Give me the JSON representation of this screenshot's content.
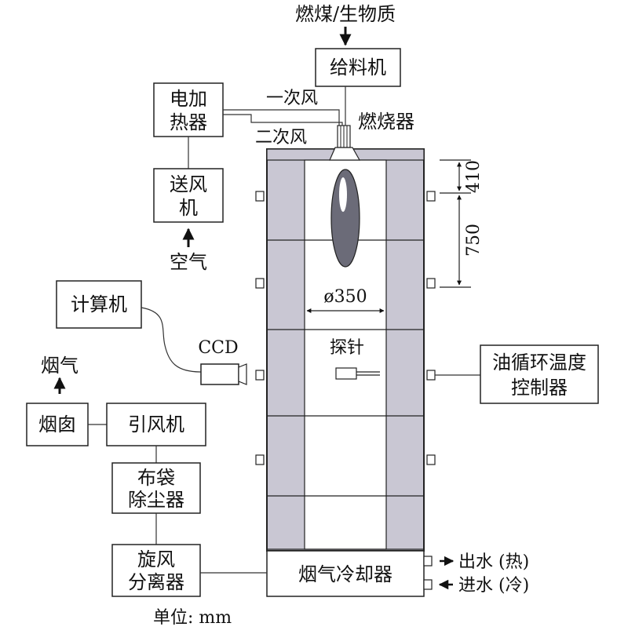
{
  "inputs": {
    "fuel": "燃煤/生物质",
    "air": "空气",
    "flue_out": "烟气"
  },
  "equipment": {
    "feeder": "给料机",
    "heater_line1": "电加",
    "heater_line2": "热器",
    "blower_line1": "送风",
    "blower_line2": "机",
    "computer": "计算机",
    "camera": "CCD",
    "chimney": "烟囱",
    "induced_fan": "引风机",
    "baghouse_line1": "布袋",
    "baghouse_line2": "除尘器",
    "cyclone_line1": "旋风",
    "cyclone_line2": "分离器",
    "oil_ctrl_line1": "油循环温度",
    "oil_ctrl_line2": "控制器",
    "gas_cooler": "烟气冷却器",
    "burner": "燃烧器",
    "probe": "探针"
  },
  "air_streams": {
    "primary": "一次风",
    "secondary": "二次风"
  },
  "dimensions": {
    "top_offset": "410",
    "span": "750",
    "diameter": "ø350",
    "unit_note": "单位: mm"
  },
  "water": {
    "outlet": "出水 (热)",
    "inlet": "进水 (冷)"
  },
  "colors": {
    "wall": "#c9c7d3",
    "flame": "#6b6b78",
    "line": "#222222"
  }
}
